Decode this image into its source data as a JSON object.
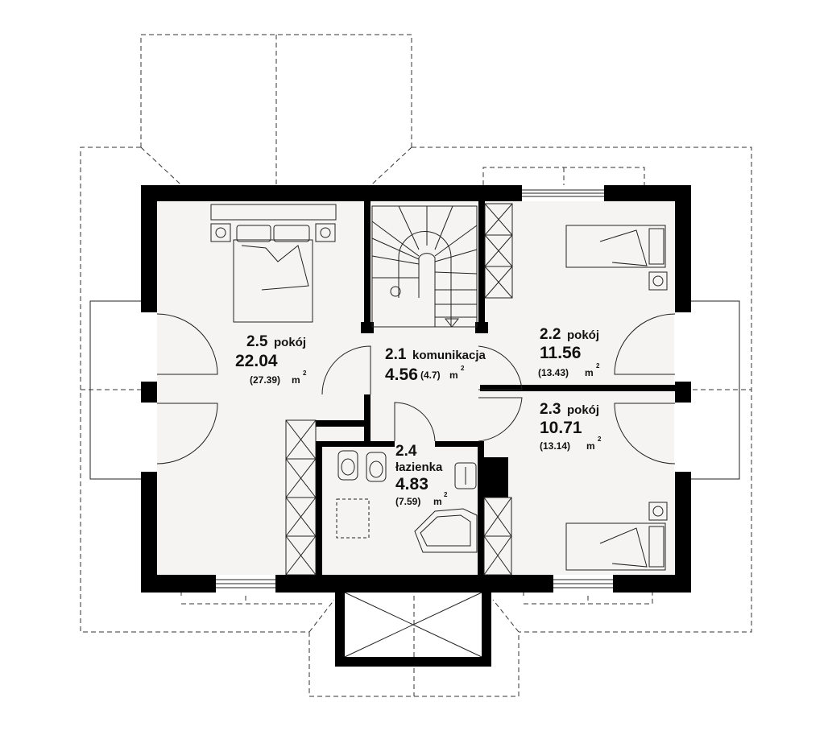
{
  "rooms": [
    {
      "number": "2.5",
      "name": "pokój",
      "area": "22.04",
      "area_total": "(27.39)",
      "unit": "m",
      "unit_sup": "2"
    },
    {
      "number": "2.1",
      "name": "komunikacja",
      "area": "4.56",
      "area_total": "(4.7)",
      "unit": "m",
      "unit_sup": "2"
    },
    {
      "number": "2.2",
      "name": "pokój",
      "area": "11.56",
      "area_total": "(13.43)",
      "unit": "m",
      "unit_sup": "2"
    },
    {
      "number": "2.3",
      "name": "pokój",
      "area": "10.71",
      "area_total": "(13.14)",
      "unit": "m",
      "unit_sup": "2"
    },
    {
      "number": "2.4",
      "name": "łazienka",
      "area": "4.83",
      "area_total": "(7.59)",
      "unit": "m",
      "unit_sup": "2"
    }
  ]
}
